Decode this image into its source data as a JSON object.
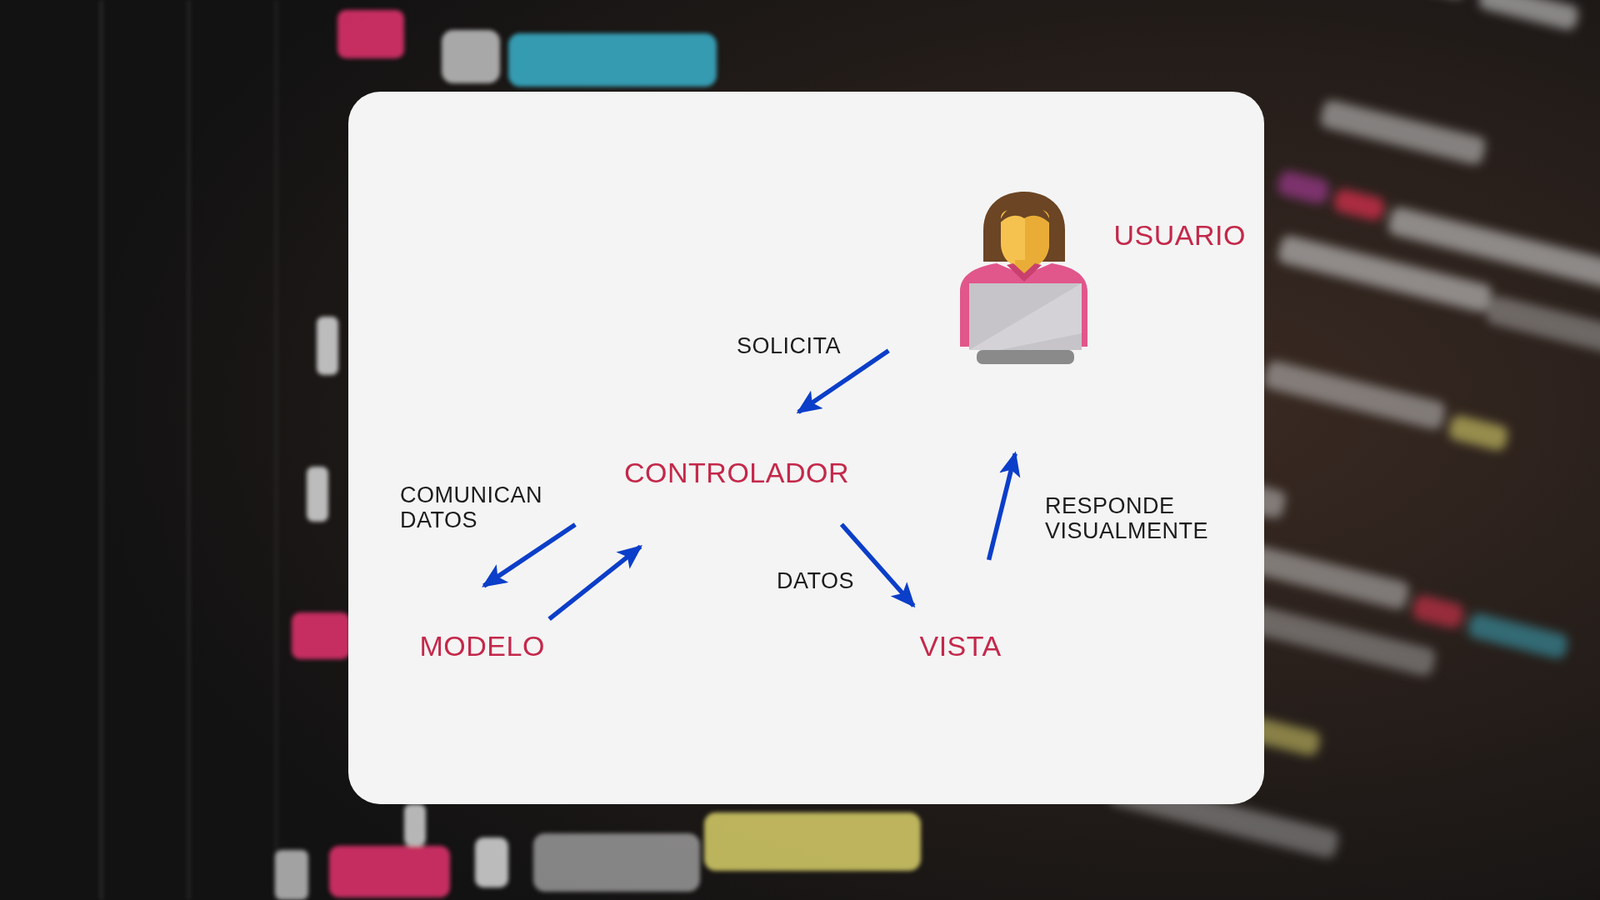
{
  "diagram": {
    "nodes": [
      {
        "text": [
          "USUARIO"
        ]
      },
      {
        "text": [
          "CONTROLADOR"
        ]
      },
      {
        "text": [
          "MODELO"
        ]
      },
      {
        "text": [
          "VISTA"
        ]
      }
    ],
    "edges": [
      {
        "from": 0,
        "to": 1,
        "label": "SOLICITA",
        "arrow": "to"
      },
      {
        "from": 1,
        "to": 2,
        "label": "COMUNICAN DATOS",
        "arrow": "to"
      },
      {
        "from": 2,
        "to": 1,
        "arrow": "to"
      },
      {
        "from": 1,
        "to": 3,
        "label": "DATOS",
        "arrow": "to"
      },
      {
        "from": 3,
        "to": 0,
        "label": "RESPONDE VISUALMENTE",
        "arrow": "to"
      }
    ]
  }
}
